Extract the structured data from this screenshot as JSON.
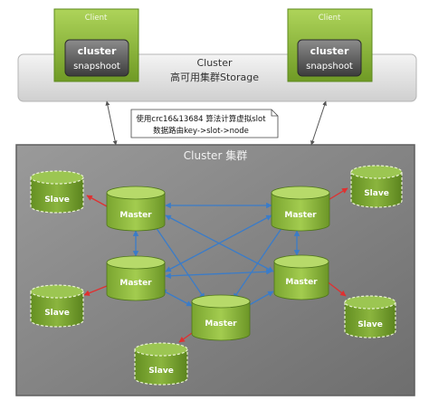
{
  "clients": [
    {
      "label": "Client",
      "title": "cluster",
      "sub": "snapshoot"
    },
    {
      "label": "Client",
      "title": "cluster",
      "sub": "snapshoot"
    }
  ],
  "storage": {
    "title": "Cluster",
    "subtitle": "高可用集群Storage"
  },
  "note": {
    "line1": "使用crc16&13684 算法计算虚拟slot",
    "line2": "数据路由key->slot->node"
  },
  "cluster": {
    "title": "Cluster 集群"
  },
  "masters": [
    "Master",
    "Master",
    "Master",
    "Master",
    "Master"
  ],
  "slaves": [
    "Slave",
    "Slave",
    "Slave",
    "Slave",
    "Slave"
  ],
  "colors": {
    "master_fill": "#8db83a",
    "slave_fill": "#6e9a2a",
    "link": "#3a7cc9",
    "replica": "#e03030",
    "panel": "#8a8a8a",
    "storage": "#d6d6d6"
  }
}
